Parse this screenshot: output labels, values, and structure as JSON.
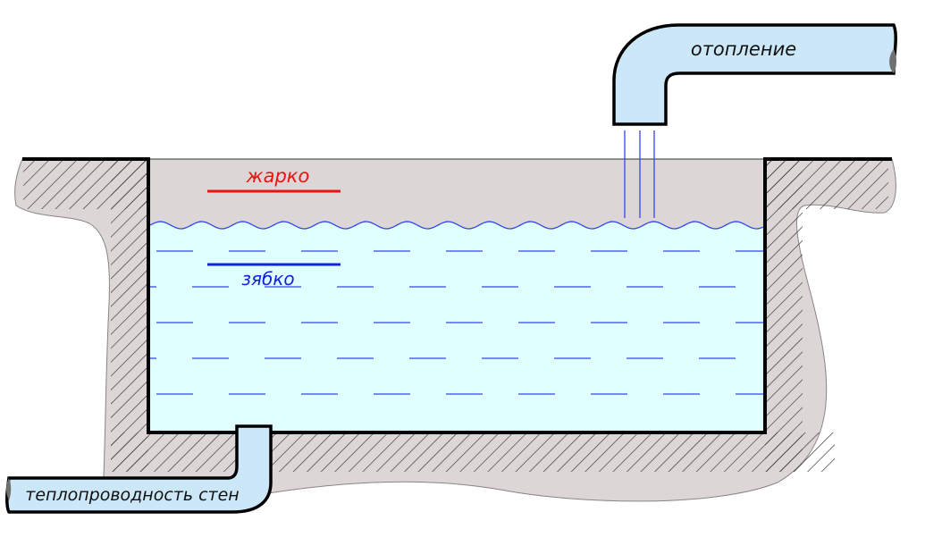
{
  "labels": {
    "heating_pipe": "отопление",
    "wall_pipe": "теплопроводность стен",
    "hot_level": "жарко",
    "cold_level": "зябко"
  },
  "colors": {
    "ground_fill": "#dcd6d6",
    "ground_outline": "#8a8484",
    "pipe_fill": "#cce8f8",
    "water_fill": "#e0ffff",
    "water_line": "#3344ee",
    "wall": "#000000",
    "hot": "#ee1111",
    "cold": "#1122dd",
    "hatch": "#333333",
    "pipe_cap": "#707070"
  }
}
